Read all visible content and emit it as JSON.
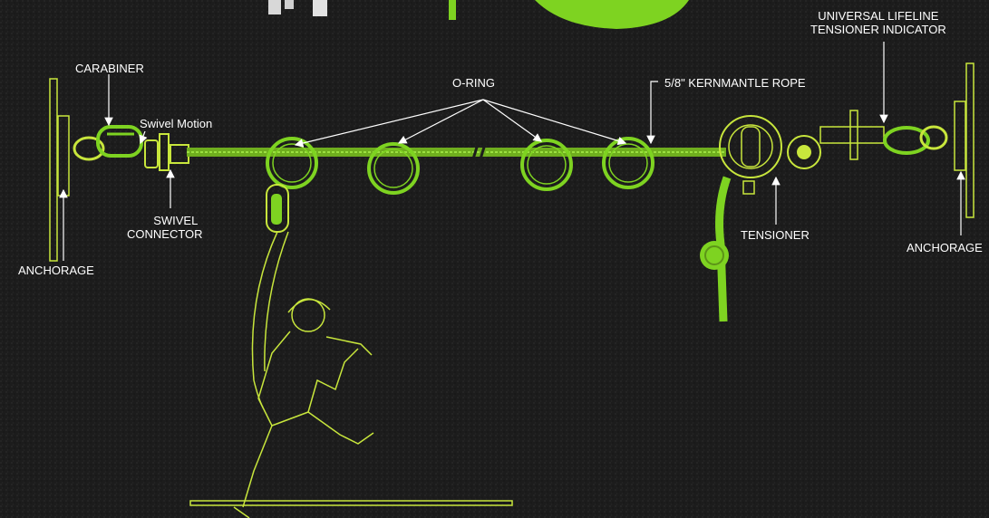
{
  "labels": {
    "carabiner": "CARABINER",
    "swivel_motion": "Swivel Motion",
    "swivel_connector_1": "SWIVEL",
    "swivel_connector_2": "CONNECTOR",
    "anchorage_left": "ANCHORAGE",
    "o_ring": "O-RING",
    "rope": "5/8\" KERNMANTLE ROPE",
    "indicator_1": "UNIVERSAL LIFELINE",
    "indicator_2": "TENSIONER INDICATOR",
    "tensioner": "TENSIONER",
    "anchorage_right": "ANCHORAGE"
  },
  "colors": {
    "background": "#1c1c1c",
    "accent_green": "#7ed321",
    "outline_green": "#c8e63c",
    "label_text": "#ffffff"
  }
}
